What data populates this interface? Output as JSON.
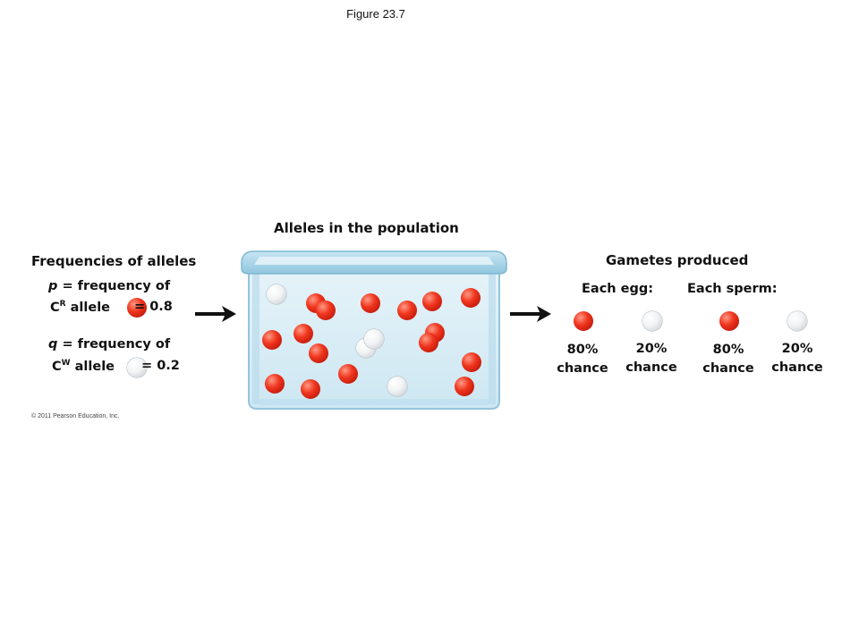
{
  "figure_title": "Figure 23.7",
  "left": {
    "heading": "Frequencies of alleles",
    "p": {
      "symbol": "p",
      "text": " = frequency of",
      "allele_base": "C",
      "allele_sup": "R",
      "allele_word": " allele",
      "value": "= 0.8"
    },
    "q": {
      "symbol": "q",
      "text": " = frequency of",
      "allele_base": "C",
      "allele_sup": "W",
      "allele_word": " allele",
      "value": "= 0.2"
    }
  },
  "middle": {
    "heading": "Alleles in the population"
  },
  "right": {
    "heading": "Gametes produced",
    "egg_label": "Each egg:",
    "sperm_label": "Each sperm:",
    "chances": [
      {
        "percent": "80%",
        "word": "chance",
        "color": "red"
      },
      {
        "percent": "20%",
        "word": "chance",
        "color": "white"
      },
      {
        "percent": "80%",
        "word": "chance",
        "color": "red"
      },
      {
        "percent": "20%",
        "word": "chance",
        "color": "white"
      }
    ]
  },
  "colors": {
    "red_allele": "#e8321c",
    "white_allele": "#f2f2f2",
    "container": "#a9d3e6"
  },
  "copyright": "© 2011 Pearson Education, Inc."
}
